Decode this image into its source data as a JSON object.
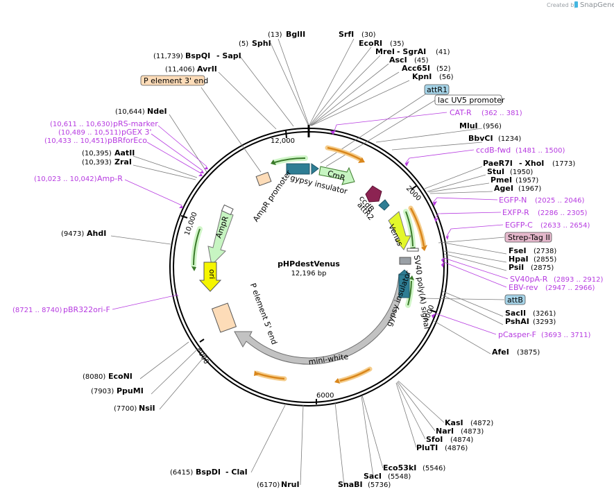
{
  "credit": {
    "text": "Created by",
    "brand": "SnapGene"
  },
  "plasmid": {
    "name": "pHPdestVenus",
    "size": "12,196 bp"
  },
  "ticks": [
    "12,000",
    "2000",
    "4000",
    "6000",
    "8000",
    "10,000"
  ],
  "enzymes": [
    {
      "name": "BglII",
      "pos": "(13)"
    },
    {
      "name": "SphI",
      "pos": "(5)"
    },
    {
      "name": "SrfI",
      "pos": "(30)"
    },
    {
      "name": "EcoRI",
      "pos": "(35)"
    },
    {
      "name": "MreI",
      "sep": "- SgrAI",
      "pos": "(41)"
    },
    {
      "name": "AscI",
      "pos": "(45)"
    },
    {
      "name": "Acc65I",
      "pos": "(52)"
    },
    {
      "name": "KpnI",
      "pos": "(56)"
    },
    {
      "name": "BspQI",
      "sep": "- SapI",
      "pos": "(11,739)"
    },
    {
      "name": "AvrII",
      "pos": "(11,406)"
    },
    {
      "name": "NdeI",
      "pos": "(10,644)"
    },
    {
      "name": "AatII",
      "pos": "(10,395)"
    },
    {
      "name": "ZraI",
      "pos": "(10,393)"
    },
    {
      "name": "AhdI",
      "pos": "(9473)"
    },
    {
      "name": "MluI",
      "pos": "(956)"
    },
    {
      "name": "BbvCI",
      "pos": "(1234)"
    },
    {
      "name": "PaeR7I",
      "sep": "- XhoI",
      "pos": "(1773)"
    },
    {
      "name": "StuI",
      "pos": "(1950)"
    },
    {
      "name": "PmeI",
      "pos": "(1957)"
    },
    {
      "name": "AgeI",
      "pos": "(1967)"
    },
    {
      "name": "FseI",
      "pos": "(2738)"
    },
    {
      "name": "HpaI",
      "pos": "(2855)"
    },
    {
      "name": "PsiI",
      "pos": "(2875)"
    },
    {
      "name": "SacII",
      "pos": "(3261)"
    },
    {
      "name": "PshAI",
      "pos": "(3293)"
    },
    {
      "name": "AfeI",
      "pos": "(3875)"
    },
    {
      "name": "EcoNI",
      "pos": "(8080)"
    },
    {
      "name": "PpuMI",
      "pos": "(7903)"
    },
    {
      "name": "NsiI",
      "pos": "(7700)"
    },
    {
      "name": "KasI",
      "pos": "(4872)"
    },
    {
      "name": "NarI",
      "pos": "(4873)"
    },
    {
      "name": "SfoI",
      "pos": "(4874)"
    },
    {
      "name": "PluTI",
      "pos": "(4876)"
    },
    {
      "name": "Eco53kI",
      "pos": "(5546)"
    },
    {
      "name": "SacI",
      "pos": "(5548)"
    },
    {
      "name": "SnaBI",
      "pos": "(5736)"
    },
    {
      "name": "BspDI",
      "sep": "- ClaI",
      "pos": "(6415)"
    },
    {
      "name": "NruI",
      "pos": "(6170)"
    }
  ],
  "primers": [
    {
      "name": "CAT-R",
      "pos": "(362 .. 381)"
    },
    {
      "name": "ccdB-fwd",
      "pos": "(1481 .. 1500)"
    },
    {
      "name": "EGFP-N",
      "pos": "(2025 .. 2046)"
    },
    {
      "name": "EXFP-R",
      "pos": "(2286 .. 2305)"
    },
    {
      "name": "EGFP-C",
      "pos": "(2633 .. 2654)"
    },
    {
      "name": "SV40pA-R",
      "pos": "(2893 .. 2912)"
    },
    {
      "name": "EBV-rev",
      "pos": "(2947 .. 2966)"
    },
    {
      "name": "pCasper-F",
      "pos": "(3693 .. 3711)"
    },
    {
      "name": "pRS-marker",
      "pos": "(10,611 .. 10,630)"
    },
    {
      "name": "pGEX 3'",
      "pos": "(10,489 .. 10,511)"
    },
    {
      "name": "pBRforEco",
      "pos": "(10,433 .. 10,451)"
    },
    {
      "name": "Amp-R",
      "pos": "(10,023 .. 10,042)"
    },
    {
      "name": "pBR322ori-F",
      "pos": "(8721 .. 8740)"
    }
  ],
  "boxes": [
    {
      "label": "attR1"
    },
    {
      "label": "lac UV5 promoter"
    },
    {
      "label": "Strep-Tag II"
    },
    {
      "label": "attB"
    },
    {
      "label": "P element 3' end"
    }
  ],
  "features": {
    "cmr": "CmR",
    "gypsy_top": "gypsy insulator",
    "ccdb": "ccdB",
    "attr2": "attR2",
    "venus": "Venus",
    "sv40": "SV40 poly(A) signal",
    "gypsy_right": "gypsy insulator",
    "mini_white": "mini-white",
    "ampr_promoter": "AmpR promoter",
    "ampr": "AmpR",
    "ori": "ori",
    "p5": "P element 5' end"
  },
  "colors": {
    "primer": "#b63ae0",
    "attb_box": "#a6d4e8",
    "strep_box": "#e5b8cc",
    "p3_box": "#fddcb8",
    "teal": "#2e7d94",
    "ccdb": "#8c2352",
    "venus": "#e3f72c",
    "ori": "#f5f500",
    "cmr": "#c7f5c2",
    "ampr": "#c7f5c2",
    "mini_white": "#c2c2c2",
    "orange_arrow": "#d9861b"
  }
}
